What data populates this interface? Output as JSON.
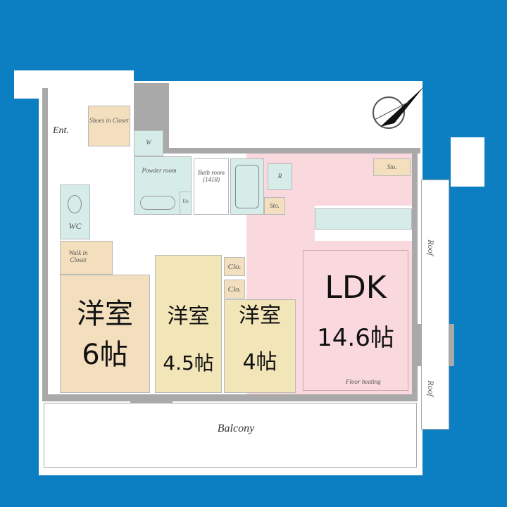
{
  "colors": {
    "background": "#0b7fc1",
    "wall": "#a9a9a9",
    "bedroom": "#f3dfbd",
    "wet_area": "#d6ece8",
    "ldk": "#f9d9de"
  },
  "compass": "north-arrow-icon",
  "labels": {
    "entrance": "Ent.",
    "shoes_closet": "Shoes in Closet",
    "w": "W",
    "powder_room": "Powder room",
    "bath_room": "Bath room (1418)",
    "un": "Un",
    "r": "R",
    "sto_bath": "Sto.",
    "wc": "WC",
    "walk_in_closet": "Walk in Closet",
    "clo1": "Clo.",
    "clo2": "Clo.",
    "sto_ldk": "Sto.",
    "floor_heating": "Floor heating",
    "roof1": "Roof",
    "roof2": "Roof",
    "balcony": "Balcony"
  },
  "rooms": {
    "room1": {
      "type": "洋室",
      "size": "6帖"
    },
    "room2": {
      "type": "洋室",
      "size": "4.5帖"
    },
    "room3": {
      "type": "洋室",
      "size": "4帖"
    },
    "ldk": {
      "type": "LDK",
      "size": "14.6帖"
    }
  }
}
